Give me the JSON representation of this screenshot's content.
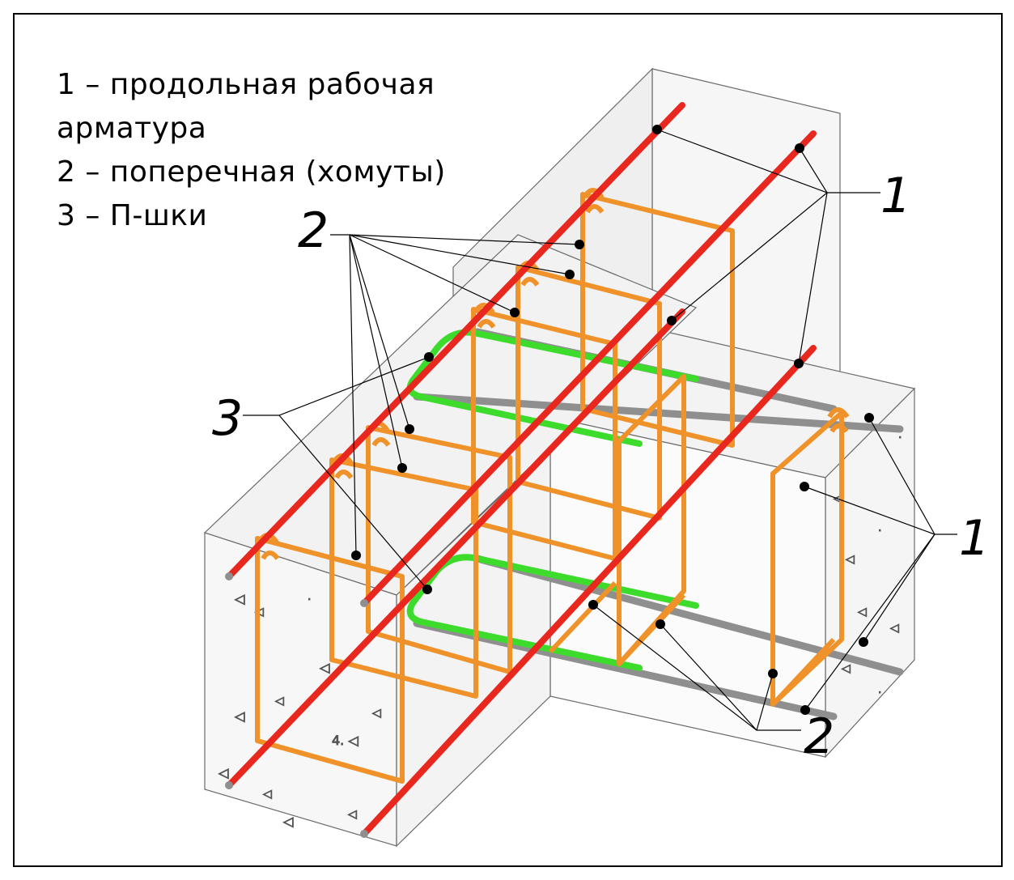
{
  "legend": {
    "line1": "1 – продольная рабочая",
    "line2": "арматура",
    "line3": "2 – поперечная (хомуты)",
    "line4": "3 – П-шки"
  },
  "callouts": {
    "c1_top": "1",
    "c2_top": "2",
    "c3": "3",
    "c1_right": "1",
    "c2_bottom": "2"
  },
  "colors": {
    "longitudinal": "#e8281e",
    "stirrup": "#f0922a",
    "u_bar": "#3ddc2c",
    "bar_gray": "#8f8f8f",
    "concrete": "#f4f4f4",
    "edge": "#6a6a6a"
  }
}
